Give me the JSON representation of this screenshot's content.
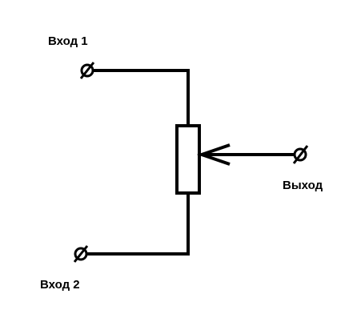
{
  "labels": {
    "input1": "Вход 1",
    "input2": "Вход 2",
    "output": "Выход"
  },
  "components": {
    "potentiometer": "potentiometer",
    "terminals": [
      "input-1",
      "input-2",
      "output"
    ]
  },
  "colors": {
    "stroke": "#000000",
    "background": "#ffffff"
  }
}
